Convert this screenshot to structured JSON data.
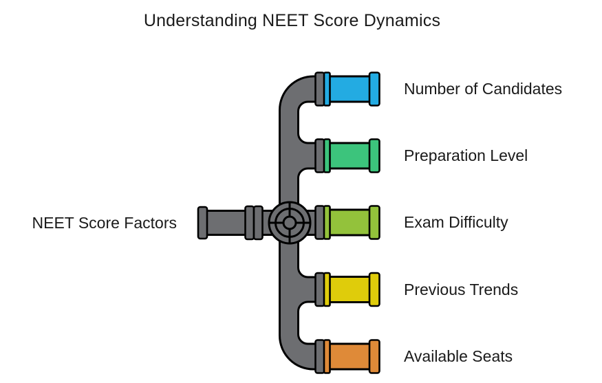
{
  "title": "Understanding NEET Score Dynamics",
  "source": {
    "label": "NEET Score Factors"
  },
  "colors": {
    "pipe_gray": "#6d6e71",
    "outline": "#000000",
    "text": "#1a1a1a",
    "background": "#ffffff"
  },
  "branches": [
    {
      "label": "Number of Candidates",
      "color": "#23abe2"
    },
    {
      "label": "Preparation Level",
      "color": "#3cc47c"
    },
    {
      "label": "Exam Difficulty",
      "color": "#93c23b"
    },
    {
      "label": "Previous Trends",
      "color": "#dfcc0b"
    },
    {
      "label": "Available Seats",
      "color": "#df8a38"
    }
  ]
}
